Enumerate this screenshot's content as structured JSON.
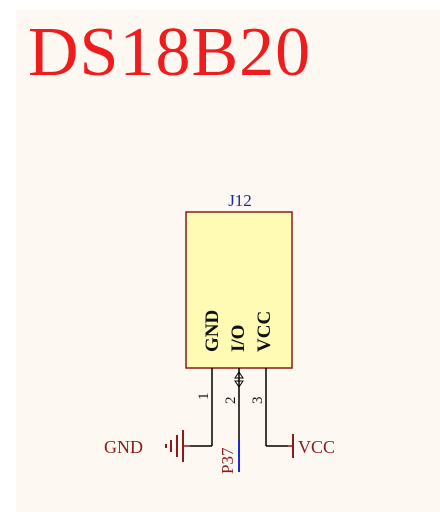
{
  "title": "DS18B20",
  "component": {
    "designator": "J12",
    "pin_names": [
      "GND",
      "I/O",
      "VCC"
    ],
    "pin_numbers": [
      "1",
      "2",
      "3"
    ]
  },
  "nets": {
    "gnd_label": "GND",
    "vcc_label": "VCC",
    "signal_label": "P37"
  },
  "colors": {
    "title": "#ee1c1c",
    "background": "#fdf9f2",
    "body_fill": "#fffbb4",
    "body_stroke": "#8b1a1a",
    "wire": "#000000",
    "power": "#8b1a1a",
    "designator": "#1a2a9b",
    "signal_wire": "#1f2ad6"
  }
}
